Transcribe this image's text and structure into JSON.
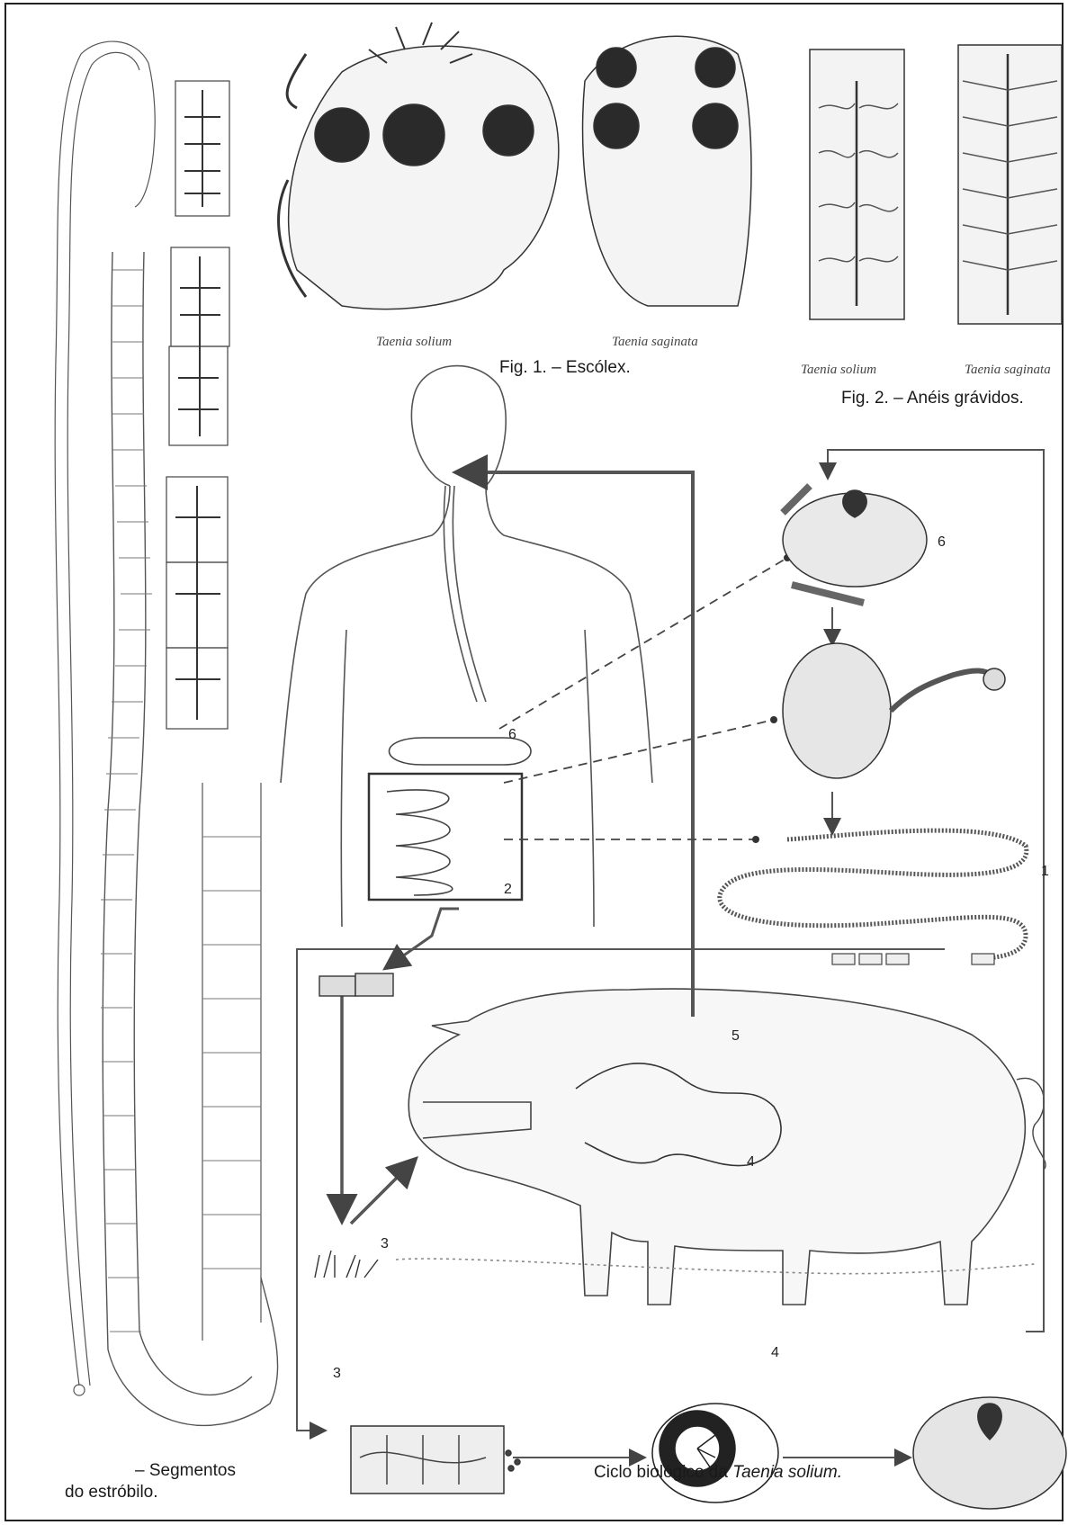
{
  "figures": {
    "fig1": {
      "caption": "Fig. 1. – Escólex.",
      "latin_left": "Taenia solium",
      "latin_right": "Taenia saginata"
    },
    "fig2": {
      "caption": "Fig. 2. – Anéis grávidos.",
      "latin_left": "Taenia solium",
      "latin_right": "Taenia saginata"
    },
    "fig3": {
      "caption_line1": "– Segmentos",
      "caption_line2": "do estróbilo."
    },
    "cycle": {
      "caption_prefix": "Ciclo biológico da ",
      "caption_species": "Taenia solium."
    }
  },
  "cycle_labels": {
    "l1": "1",
    "l2": "2",
    "l3_grass": "3",
    "l3_segment": "3",
    "l4_egg": "4",
    "l4_pig": "4",
    "l5": "5",
    "l6_cyst": "6",
    "l6_stomach": "6"
  },
  "colors": {
    "ink": "#2b2b2b",
    "shade": "#555555",
    "paper": "#ffffff"
  }
}
